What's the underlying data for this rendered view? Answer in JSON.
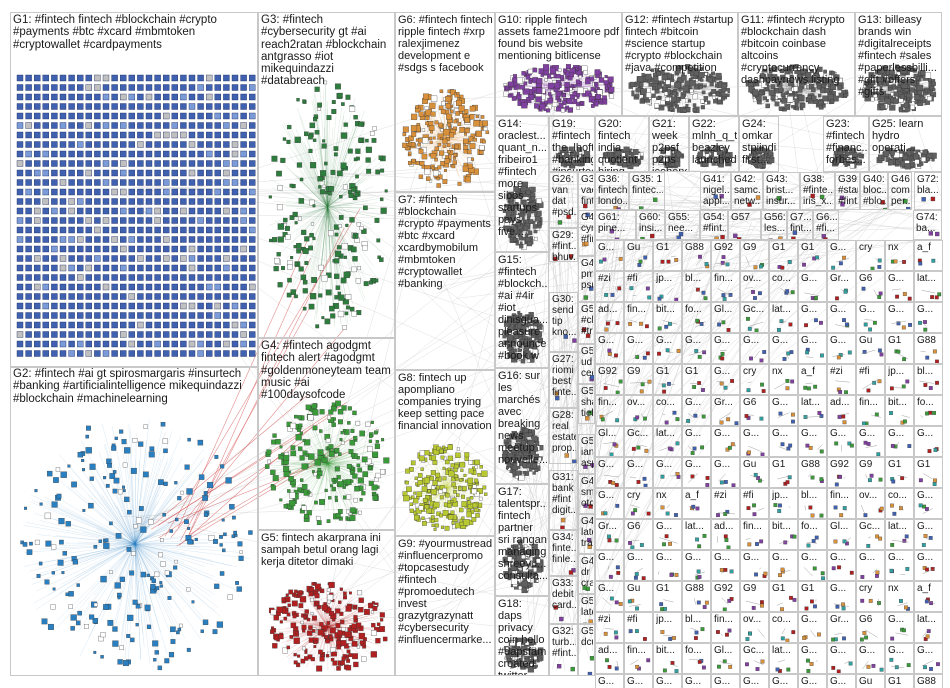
{
  "graph_title": "",
  "groups": [
    {
      "id": "G1",
      "label": "G1: #fintech fintech #blockchain #crypto #payments #btc #xcard #mbmtoken #cryptowallet #cardpayments",
      "color": "#4060b0",
      "layout": "grid"
    },
    {
      "id": "G2",
      "label": "G2: #fintech #ai gt spirosmargaris #insurtech #banking #artificialintelligence mikequindazzi #blockchain #machinelearning",
      "color": "#2a7fc0",
      "layout": "cluster"
    },
    {
      "id": "G3",
      "label": "G3: #fintech #cybersecurity gt #ai reach2ratan #blockchain antgrasso #iot mikequindazzi #databreach",
      "color": "#2e7d3e",
      "layout": "cluster"
    },
    {
      "id": "G4",
      "label": "G4: #fintech agodgmt fintech alert #agodgmt #goldenmoneyteam team music #ai #100daysofcode",
      "color": "#3a9a3a",
      "layout": "cluster"
    },
    {
      "id": "G5",
      "label": "G5: fintech akarprana ini sampah betul orang lagi kerja ditetor dimaki",
      "color": "#b02020",
      "layout": "cluster"
    },
    {
      "id": "G6",
      "label": "G6: #fintech fintech ripple fintech #xrp ralexjimenez development e #sdgs s facebook",
      "color": "#d9903a",
      "layout": "cluster"
    },
    {
      "id": "G7",
      "label": "G7: #fintech #blockchain #crypto #payments #btc #xcard xcardbymobilum #mbmtoken #cryptowallet #banking",
      "color": "#888888",
      "layout": "none"
    },
    {
      "id": "G8",
      "label": "G8: fintech up apompliano companies trying keep setting pace financial innovation",
      "color": "#b8c830",
      "layout": "cluster"
    },
    {
      "id": "G9",
      "label": "G9: #yourmustread #influencerpromo #topcasestudy #fintech #promoedutech invest grazytgrazynatt #cybersecurity #influencermarke...",
      "color": "#888888",
      "layout": "none"
    },
    {
      "id": "G10",
      "label": "G10: ripple fintech assets fame21moore pdf found bis website mentioning bitlicense",
      "color": "#8040a0",
      "layout": "cluster"
    },
    {
      "id": "G11",
      "label": "G11: #fintech #crypto #blockchain dash #bitcoin coinbase altcoins #cryptocurrency dashpaynews listing",
      "color": "#606060",
      "layout": "cluster"
    },
    {
      "id": "G12",
      "label": "G12: #fintech #startup fintech #bitcoin #science startup #crypto #blockchain #java #competition",
      "color": "#606060",
      "layout": "cluster"
    },
    {
      "id": "G13",
      "label": "G13: billeasy brands win #digitalreceipts #fintech #sales #paperlessbilli... #gift #offers #gifts",
      "color": "#606060",
      "layout": "cluster"
    },
    {
      "id": "G14",
      "label": "G14: oraclest... quant_n... fribeiro1 #fintech more sibos startups pays five...",
      "color": "#606060",
      "layout": "cluster"
    },
    {
      "id": "G15",
      "label": "G15: #fintech #blockch... #ai #4ir #iot dinisgua... pleasure announce #book w",
      "color": "#606060",
      "layout": "cluster"
    },
    {
      "id": "G16",
      "label": "G16: sur les marchés avec breaking news meetup nouvelle...",
      "color": "#606060",
      "layout": "cluster"
    },
    {
      "id": "G17",
      "label": "G17: talentspr... fintech partner sri rangan managing shreeyu... consulta...",
      "color": "#606060",
      "layout": "cluster"
    },
    {
      "id": "G18",
      "label": "G18: daps privacy coin hello #dapsfam created twitter...",
      "color": "#606060",
      "layout": "cluster"
    },
    {
      "id": "G19",
      "label": "G19: #fintech the_lhoft #banking #insurtech...",
      "color": "#606060",
      "layout": "cluster"
    },
    {
      "id": "G20",
      "label": "G20: fintech india quotient hiring...",
      "color": "#606060",
      "layout": "cluster"
    },
    {
      "id": "G21",
      "label": "G21: week p2psf p2ps icobench editors...",
      "color": "#606060",
      "layout": "cluster"
    },
    {
      "id": "G22",
      "label": "G22: mlnh_q_t... beazley launched...",
      "color": "#606060",
      "layout": "cluster"
    },
    {
      "id": "G23",
      "label": "G23: #fintech #financ... forbes...",
      "color": "#606060",
      "layout": "cluster"
    },
    {
      "id": "G24",
      "label": "G24: omkar stpiindia first...",
      "color": "#606060",
      "layout": "cluster"
    },
    {
      "id": "G25",
      "label": "G25: learn hydro operati...",
      "color": "#606060",
      "layout": "cluster"
    },
    {
      "id": "G26",
      "label": "G26: van dat #psd...",
      "color": "#606060",
      "layout": "small"
    },
    {
      "id": "G27",
      "label": "G27: riomi best finte...",
      "color": "#606060",
      "layout": "small"
    },
    {
      "id": "G28",
      "label": "G28: real estate prop...",
      "color": "#606060",
      "layout": "small"
    },
    {
      "id": "G29",
      "label": "G29: #fint... bhuv... ecb...",
      "color": "#606060",
      "layout": "small"
    },
    {
      "id": "G30",
      "label": "G30: send tip kno...",
      "color": "#606060",
      "layout": "small"
    },
    {
      "id": "G31",
      "label": "G31: bank #fint digit...",
      "color": "#606060",
      "layout": "small"
    },
    {
      "id": "G32",
      "label": "G32: turb... #fint...",
      "color": "#606060",
      "layout": "small"
    },
    {
      "id": "G33",
      "label": "G33: debit card...",
      "color": "#606060",
      "layout": "small"
    },
    {
      "id": "G34",
      "label": "G34: finte... finle...",
      "color": "#606060",
      "layout": "small"
    },
    {
      "id": "G35",
      "label": "G35: 1 fintec...",
      "color": "#606060",
      "layout": "small"
    },
    {
      "id": "G36",
      "label": "G36: fintech londo...",
      "color": "#606060",
      "layout": "small"
    },
    {
      "id": "G37",
      "label": "G37: vacsn... fintec...",
      "color": "#606060",
      "layout": "small"
    },
    {
      "id": "G38",
      "label": "G38: #finte... iris_x...",
      "color": "#606060",
      "layout": "small"
    },
    {
      "id": "G39",
      "label": "G39: #star... #fint...",
      "color": "#606060",
      "layout": "small"
    },
    {
      "id": "G40",
      "label": "G40: bloc... #blo...",
      "color": "#606060",
      "layout": "small"
    },
    {
      "id": "G41",
      "label": "G41: nigel... appl...",
      "color": "#606060",
      "layout": "small"
    },
    {
      "id": "G42",
      "label": "G42: samc... netw...",
      "color": "#606060",
      "layout": "small"
    },
    {
      "id": "G43",
      "label": "G43: brist... insur...",
      "color": "#606060",
      "layout": "small"
    },
    {
      "id": "G44",
      "label": "G44: pm, psu...",
      "color": "#606060",
      "layout": "small"
    },
    {
      "id": "G45",
      "label": "G45: cyn #fin...",
      "color": "#606060",
      "layout": "small"
    },
    {
      "id": "G46",
      "label": "G46: com... per...",
      "color": "#606060",
      "layout": "small"
    },
    {
      "id": "G47",
      "label": "G47: sm... otc...",
      "color": "#606060",
      "layout": "small"
    },
    {
      "id": "G48",
      "label": "G48: late tra...",
      "color": "#606060",
      "layout": "small"
    },
    {
      "id": "G49",
      "label": "G49: dr crai...",
      "color": "#606060",
      "layout": "small"
    },
    {
      "id": "G50",
      "label": "G50: ian asp...",
      "color": "#606060",
      "layout": "small"
    },
    {
      "id": "G51",
      "label": "G51: #ch #tr...",
      "color": "#606060",
      "layout": "small"
    },
    {
      "id": "G52",
      "label": "G52: ud ceo...",
      "color": "#606060",
      "layout": "small"
    },
    {
      "id": "G53",
      "label": "G53: sha tieb...",
      "color": "#606060",
      "layout": "small"
    },
    {
      "id": "G54",
      "label": "G54: #fint...",
      "color": "#606060",
      "layout": "small"
    },
    {
      "id": "G55",
      "label": "G55: nee...",
      "color": "#606060",
      "layout": "small"
    },
    {
      "id": "G56",
      "label": "G56: les...",
      "color": "#606060",
      "layout": "small"
    },
    {
      "id": "G57",
      "label": "G57",
      "color": "#606060",
      "layout": "small"
    },
    {
      "id": "G58",
      "label": "G58: dcu...",
      "color": "#606060",
      "layout": "small"
    },
    {
      "id": "G59",
      "label": "G59: late...",
      "color": "#606060",
      "layout": "small"
    },
    {
      "id": "G60",
      "label": "G60: insi...",
      "color": "#606060",
      "layout": "small"
    },
    {
      "id": "G61",
      "label": "G61: pine...",
      "color": "#606060",
      "layout": "small"
    },
    {
      "id": "G72",
      "label": "G72: bla...",
      "color": "#606060",
      "layout": "small"
    },
    {
      "id": "G73",
      "label": "G7... fint...",
      "color": "#606060",
      "layout": "small"
    },
    {
      "id": "G74",
      "label": "G74: ba...",
      "color": "#606060",
      "layout": "small"
    },
    {
      "id": "G6x",
      "label": "G6... #fi...",
      "color": "#606060",
      "layout": "small"
    }
  ],
  "tail_labels": [
    "G...",
    "Gu",
    "G1",
    "G88",
    "G92",
    "G9",
    "G1",
    "G1",
    "G...",
    "cry",
    "nx",
    "a_f",
    "#zi",
    "#fi",
    "jp...",
    "bl...",
    "fin...",
    "ov...",
    "co...",
    "G...",
    "Gr...",
    "G6",
    "G...",
    "lat...",
    "ad...",
    "fin...",
    "bit...",
    "fo...",
    "Gl...",
    "Gc...",
    "lat...",
    "G...",
    "G...",
    "G...",
    "G...",
    "G...",
    "G...",
    "G...",
    "G...",
    "G...",
    "G...",
    "G...",
    "G...",
    "G..."
  ]
}
